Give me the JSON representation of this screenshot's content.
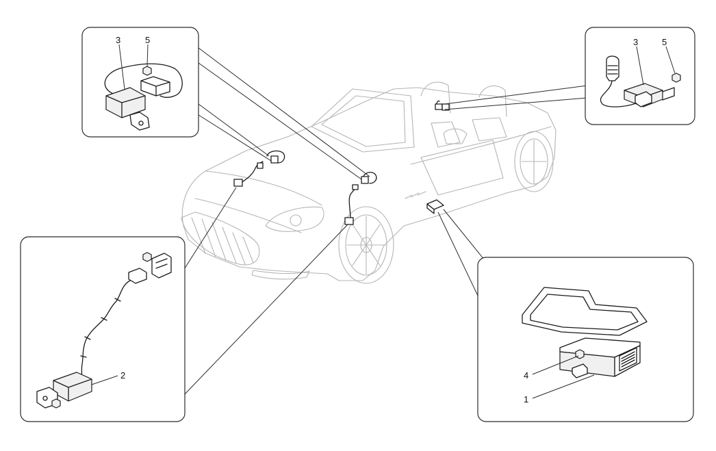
{
  "callouts": {
    "top_left": {
      "label_a": "3",
      "label_b": "5"
    },
    "top_right": {
      "label_a": "3",
      "label_b": "5"
    },
    "bottom_left": {
      "label_a": "2"
    },
    "bottom_right": {
      "label_a": "4",
      "label_b": "1"
    }
  }
}
